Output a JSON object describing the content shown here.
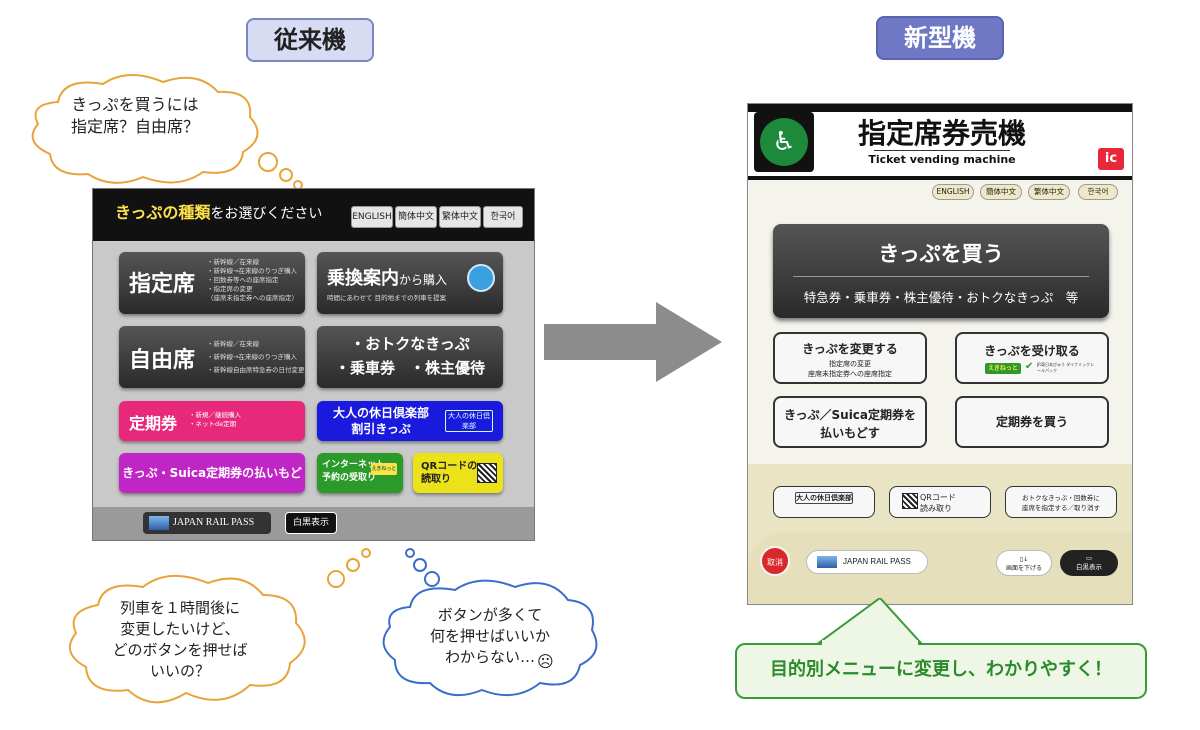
{
  "labels": {
    "old": "従来機",
    "new": "新型機"
  },
  "bubbles": {
    "top_left": [
      "きっぷを買うには",
      "指定席？自由席？"
    ],
    "bottom_left": [
      "列車を１時間後に",
      "変更したいけど、",
      "どのボタンを押せば",
      "いいの？"
    ],
    "bottom_mid": [
      "ボタンが多くて",
      "何を押せばいいか",
      "わからない…"
    ]
  },
  "old_machine": {
    "header_bold": "きっぷの種類",
    "header_rest": "をお選びください",
    "languages": [
      "ENGLISH",
      "簡体中文",
      "繁体中文",
      "한국어"
    ],
    "reserved": {
      "label": "指定席",
      "notes": [
        "・新幹線／在来線",
        "・新幹線→在来線のりつぎ購入",
        "・回数券等への座席指定",
        "・指定席の変更",
        "（座席未指定券への座席指定）"
      ]
    },
    "transfer": {
      "label": "乗換案内",
      "suffix": "から購入",
      "note": "時間にあわせて 目的地までの列車を提案"
    },
    "unreserved": {
      "label": "自由席",
      "notes": [
        "・新幹線／在来線",
        "・新幹線→在来線のりつぎ購入",
        "・新幹線自由席特急券の日付変更"
      ]
    },
    "deals": {
      "line1": "・おトクなきっぷ",
      "line2": "・乗車券　・株主優待"
    },
    "commuter": {
      "label": "定期券",
      "notes": [
        "・新規／継続購入",
        "・ネットde定期"
      ]
    },
    "otona": {
      "line1": "大人の休日倶楽部",
      "line2": "割引きっぷ",
      "logo": "大人の休日倶楽部"
    },
    "refund": "きっぷ・Suica定期券の払いもどし",
    "internet": {
      "line1": "インターネット",
      "line2": "予約の受取り",
      "badge": "えきねっと"
    },
    "qr": {
      "line1": "QRコードの",
      "line2": "読取り"
    },
    "jrpass": "JAPAN RAIL PASS",
    "bw": "白黒表示"
  },
  "new_machine": {
    "title": "指定席券売機",
    "subtitle": "Ticket vending machine",
    "ic": "ic",
    "languages": [
      "ENGLISH",
      "簡体中文",
      "繁体中文",
      "한국어"
    ],
    "buy": {
      "label": "きっぷを買う",
      "sub": "特急券・乗車券・株主優待・おトクなきっぷ　等"
    },
    "change": {
      "label": "きっぷを変更する",
      "notes": [
        "指定席の変更",
        "座席未指定券への座席指定"
      ]
    },
    "receive": {
      "label": "きっぷを受け取る",
      "badge": "えきねっと",
      "badge2": "JR東日本びゅう ダイナミックレールパック"
    },
    "refund": {
      "line1": "きっぷ／Suica定期券を",
      "line2": "払いもどす"
    },
    "commuter": "定期券を買う",
    "otona_logo": "大人の休日倶楽部",
    "qr": {
      "line1": "QRコード",
      "line2": "読み取り"
    },
    "seat_assign": {
      "line1": "おトクなきっぷ・回数券に",
      "line2": "座席を指定する／取り消す"
    },
    "cancel": "取消",
    "jrpass": "JAPAN RAIL PASS",
    "lower": {
      "line1": "画面を下げる"
    },
    "bw": "白黒表示"
  },
  "callout": "目的別メニューに変更し、わかりやすく！",
  "colors": {
    "commuter": "#e8287a",
    "otona": "#1a1adf",
    "refund": "#c025c5",
    "internet": "#2b9a2b",
    "qr": "#ece21a",
    "callout": "#2b8a2b"
  }
}
